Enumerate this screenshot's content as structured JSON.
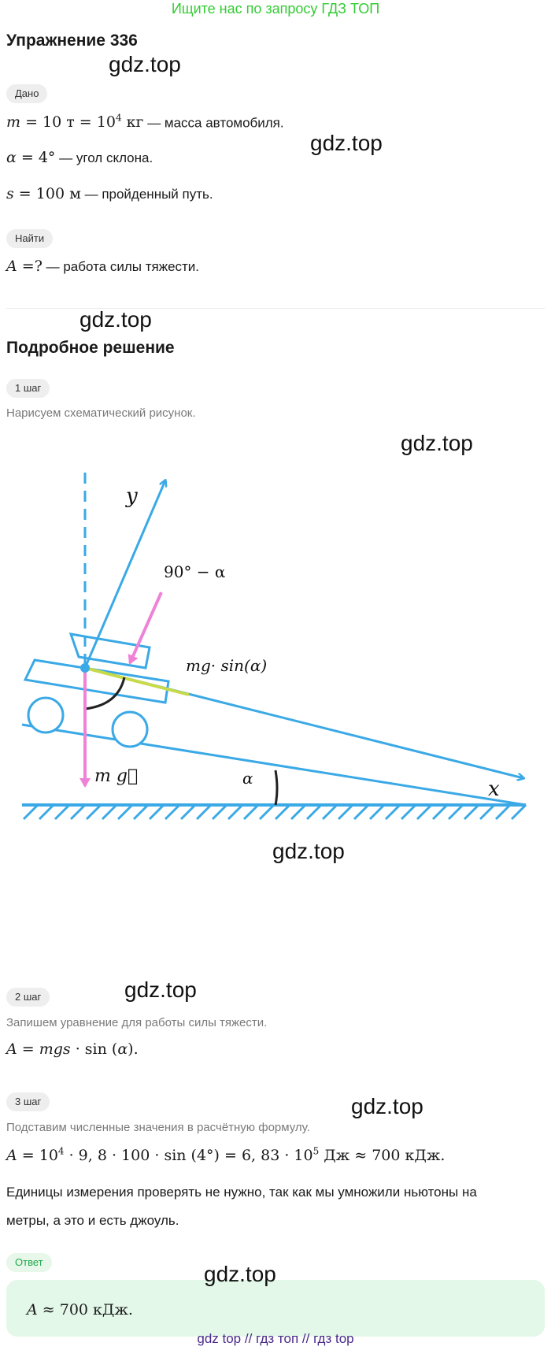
{
  "banner": "Ищите нас по запросу ГДЗ ТОП",
  "title": "Упражнение 336",
  "watermark": "gdz.top",
  "given": {
    "chip": "Дано",
    "line1_text": "— масса автомобиля.",
    "line2_text": "— угол склона.",
    "line3_text": "— пройденный путь."
  },
  "find": {
    "chip": "Найти",
    "line_text": "— работа силы тяжести."
  },
  "solution_title": "Подробное решение",
  "steps": [
    {
      "chip": "1 шаг",
      "text": "Нарисуем схематический рисунок."
    },
    {
      "chip": "2 шаг",
      "text": "Запишем уравнение для работы силы тяжести."
    },
    {
      "chip": "3 шаг",
      "text": "Подставим численные значения в расчётную формулу."
    }
  ],
  "note": {
    "line1": "Единицы измерения проверять не нужно, так как мы умножили ньютоны на",
    "line2": "метры, а это и есть джоуль."
  },
  "answer_chip": "Ответ",
  "diagram": {
    "y_label": "y",
    "x_label": "x",
    "angle_label": "90° − α",
    "force_label": "mg· sin(α)",
    "gravity_label": "m g⃗",
    "alpha_label": "α",
    "colors": {
      "blue": "#3aa9e6",
      "pink": "#ee82d6",
      "yellow": "#c8d94a",
      "dark": "#222222"
    }
  },
  "footer": {
    "link1": "gdz top",
    "link2": "гдз топ",
    "link3": "гдз top",
    "sep": "//"
  }
}
